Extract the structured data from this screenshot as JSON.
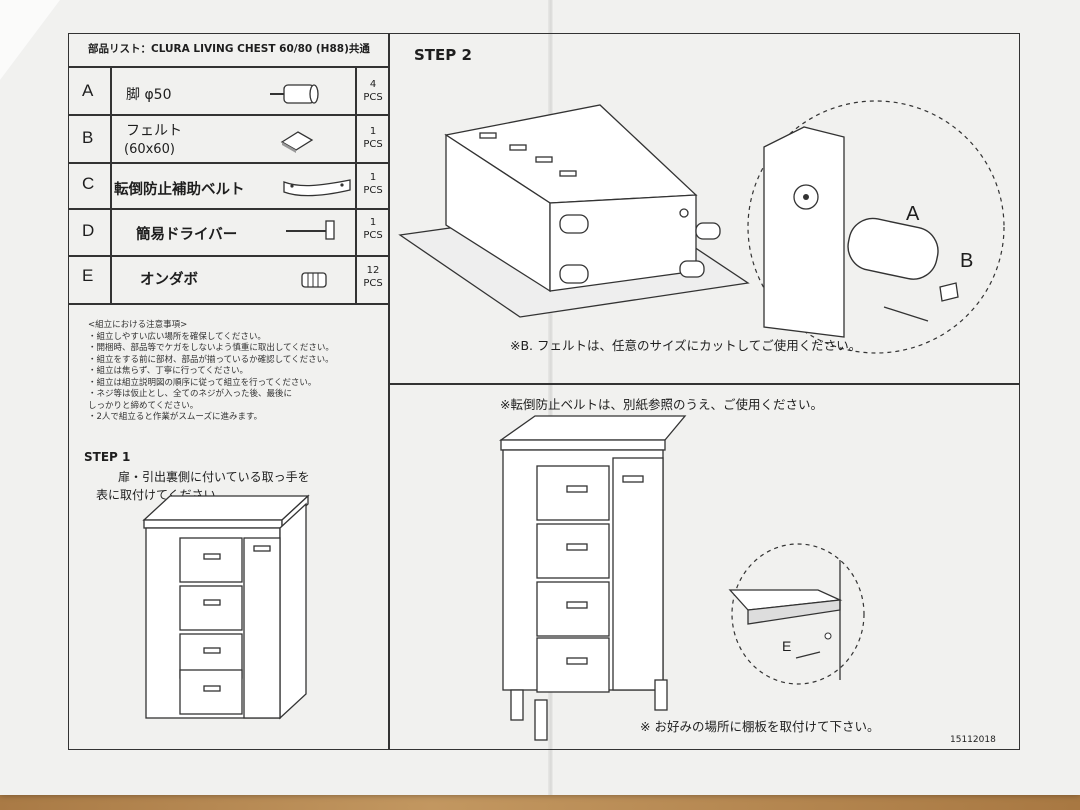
{
  "parts_header": "部品リスト：CLURA LIVING CHEST 60/80 (H88)共通",
  "parts": [
    {
      "letter": "A",
      "name": "脚 φ50",
      "qty": "4",
      "unit": "PCS"
    },
    {
      "letter": "B",
      "name": "フェルト",
      "sub": "(60x60)",
      "qty": "1",
      "unit": "PCS"
    },
    {
      "letter": "C",
      "name": "転倒防止補助ベルト",
      "qty": "1",
      "unit": "PCS"
    },
    {
      "letter": "D",
      "name": "簡易ドライバー",
      "qty": "1",
      "unit": "PCS"
    },
    {
      "letter": "E",
      "name": "オンダボ",
      "qty": "12",
      "unit": "PCS"
    }
  ],
  "notes": [
    "<組立における注意事項>",
    "・組立しやすい広い場所を確保してください。",
    "・開梱時、部品等でケガをしないよう慎重に取出してください。",
    "・組立をする前に部材、部品が揃っているか確認してください。",
    "・組立は焦らず、丁寧に行ってください。",
    "・組立は組立説明図の順序に従って組立を行ってください。",
    "・ネジ等は仮止とし、全てのネジが入った後、最後に",
    "しっかりと締めてください。",
    "・2人で組立ると作業がスムーズに進みます。"
  ],
  "step1": {
    "title": "STEP 1",
    "line1": "扉・引出裏側に付いている取っ手を",
    "line2": "表に取付けてください。"
  },
  "step2": {
    "title": "STEP 2",
    "label_a": "A",
    "label_b": "B",
    "label_e": "E",
    "note_felt": "※B. フェルトは、任意のサイズにカットしてご使用ください。",
    "note_belt": "※転倒防止ベルトは、別紙参照のうえ、ご使用ください。",
    "note_shelf": "※ お好みの場所に棚板を取付けて下さい。"
  },
  "doc_number": "15112018"
}
